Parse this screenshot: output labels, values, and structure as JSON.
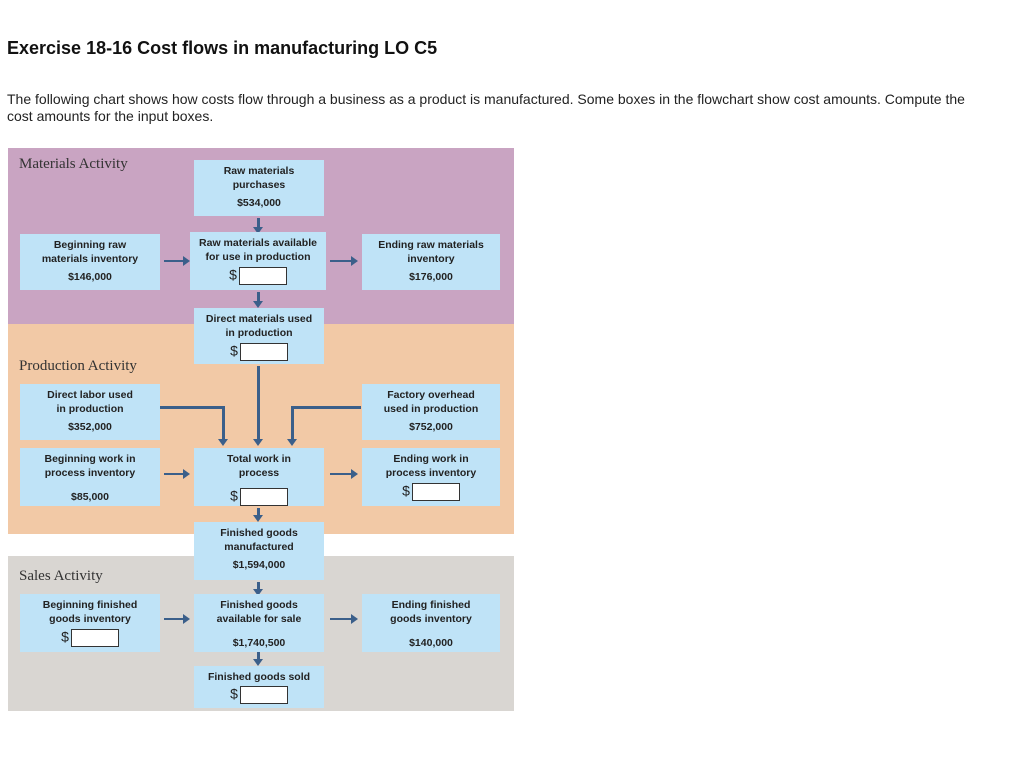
{
  "page": {
    "title": "Exercise 18-16 Cost flows in manufacturing LO C5",
    "intro": "The following chart shows how costs flow through a business as a product is manufactured. Some boxes in the flowchart show cost amounts. Compute the cost amounts for the input boxes."
  },
  "chart": {
    "sections": {
      "materials": "Materials Activity",
      "production": "Production Activity",
      "sales": "Sales Activity"
    },
    "currency_symbol": "$",
    "boxes": {
      "raw_purchases": {
        "label": "Raw materials\npurchases",
        "amount": "$534,000"
      },
      "beginning_raw": {
        "label": "Beginning raw\nmaterials inventory",
        "amount": "$146,000"
      },
      "raw_available": {
        "label": "Raw materials available\nfor use in production",
        "value": ""
      },
      "ending_raw": {
        "label": "Ending raw materials\ninventory",
        "amount": "$176,000"
      },
      "dm_used": {
        "label": "Direct materials used\nin production",
        "value": ""
      },
      "dl_used": {
        "label": "Direct labor used\nin production",
        "amount": "$352,000"
      },
      "foh_used": {
        "label": "Factory overhead\nused in production",
        "amount": "$752,000"
      },
      "beginning_wip": {
        "label": "Beginning work in\nprocess inventory",
        "amount": "$85,000"
      },
      "total_wip": {
        "label": "Total work in\nprocess",
        "value": ""
      },
      "ending_wip": {
        "label": "Ending work in\nprocess inventory",
        "value": ""
      },
      "fg_manufactured": {
        "label": "Finished goods\nmanufactured",
        "amount": "$1,594,000"
      },
      "beginning_fg": {
        "label": "Beginning finished\ngoods inventory",
        "value": ""
      },
      "fg_available": {
        "label": "Finished goods\navailable for sale",
        "amount": "$1,740,500"
      },
      "ending_fg": {
        "label": "Ending finished\ngoods inventory",
        "amount": "$140,000"
      },
      "fg_sold": {
        "label": "Finished goods sold",
        "value": ""
      }
    }
  }
}
